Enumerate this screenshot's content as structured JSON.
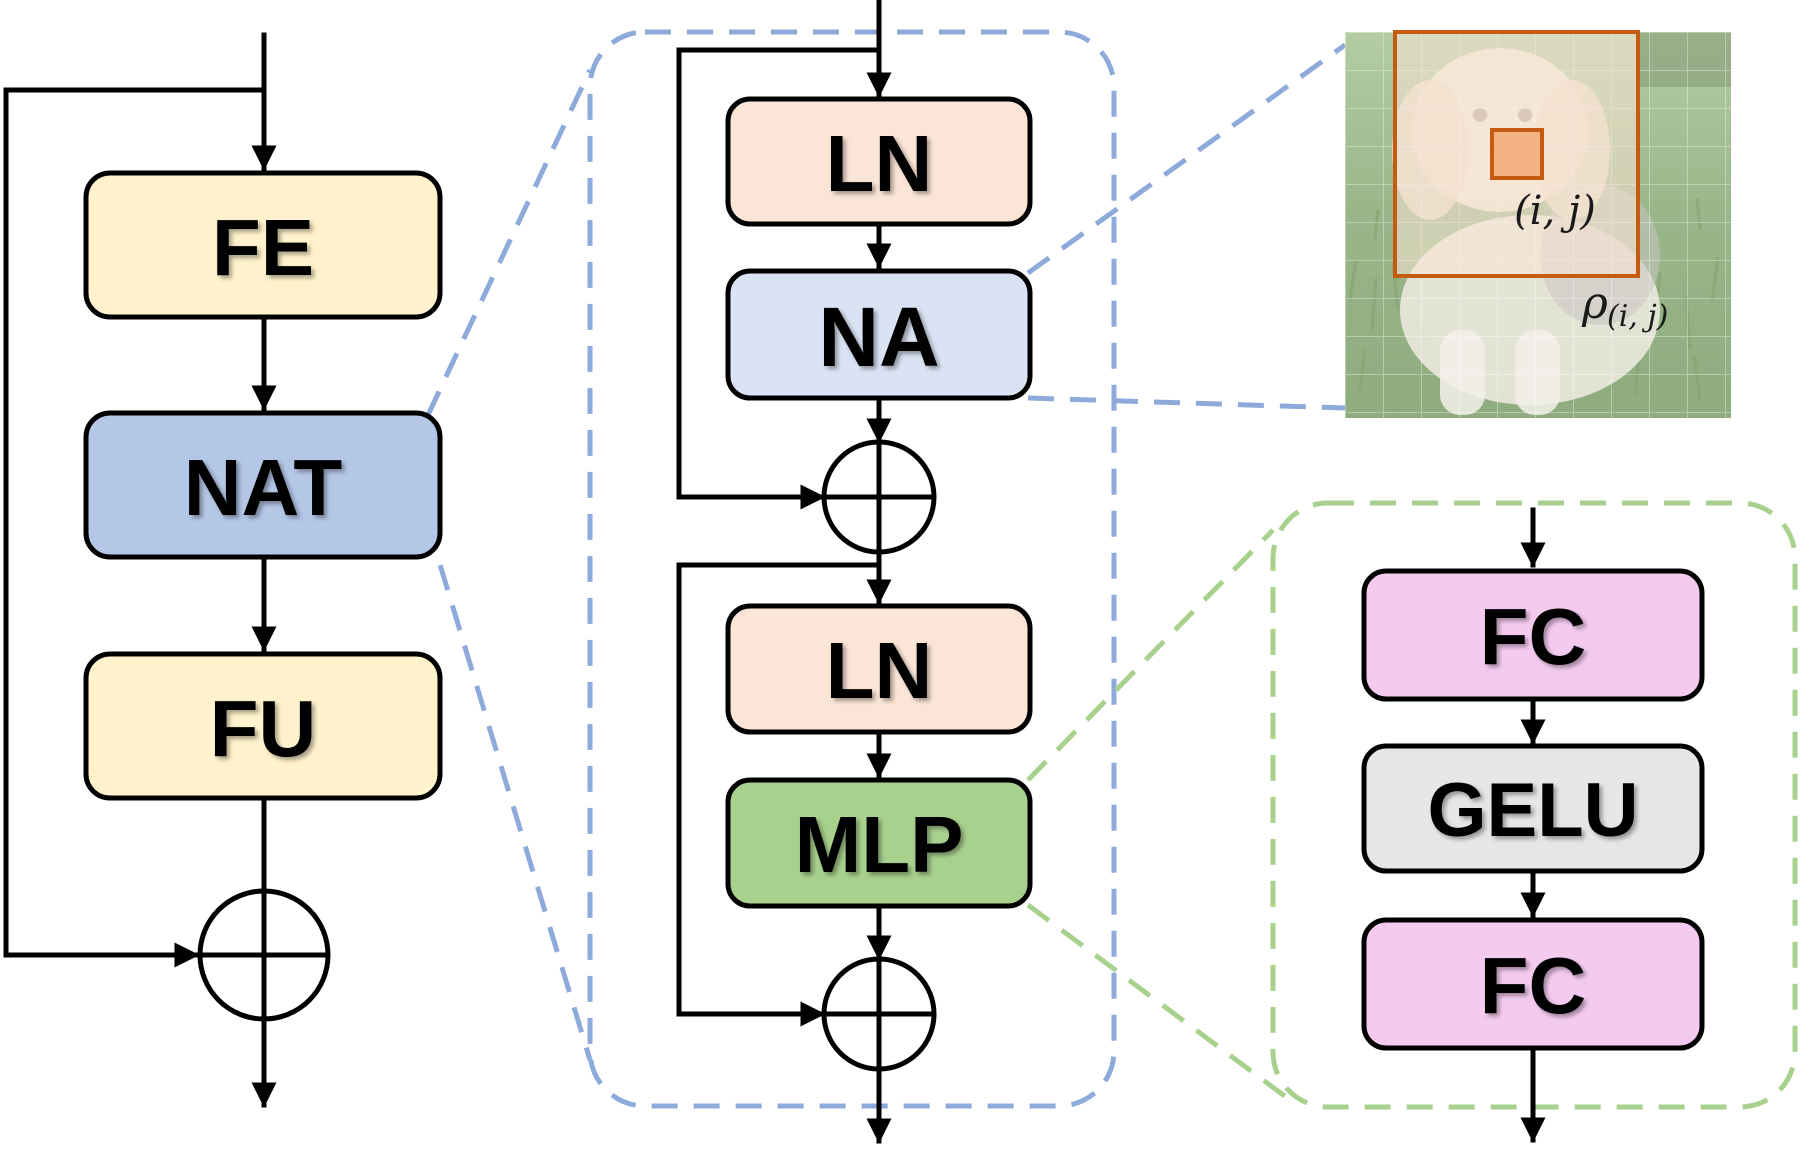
{
  "outer": {
    "fe_label": "FE",
    "nat_label": "NAT",
    "fu_label": "FU"
  },
  "nat_block": {
    "ln1_label": "LN",
    "na_label": "NA",
    "ln2_label": "LN",
    "mlp_label": "MLP"
  },
  "mlp_block": {
    "fc1_label": "FC",
    "gelu_label": "GELU",
    "fc2_label": "FC"
  },
  "attention": {
    "query_label": "(i, j)",
    "neighborhood_symbol": "ρ",
    "neighborhood_subscript": "(i, j)"
  },
  "colors": {
    "fe_fill": "#fff2cc",
    "nat_fill": "#b4c7e7",
    "ln_fill": "#fbe5d6",
    "na_fill": "#dae3f3",
    "mlp_fill": "#a9d18e",
    "fc_fill": "#f4cbef",
    "gelu_fill": "#e7e6e6",
    "nat_panel_fill": "#edf2fa",
    "mlp_panel_fill": "#eef5e9",
    "neighborhood_stroke": "#c55a11",
    "query_fill": "#f4b183"
  }
}
